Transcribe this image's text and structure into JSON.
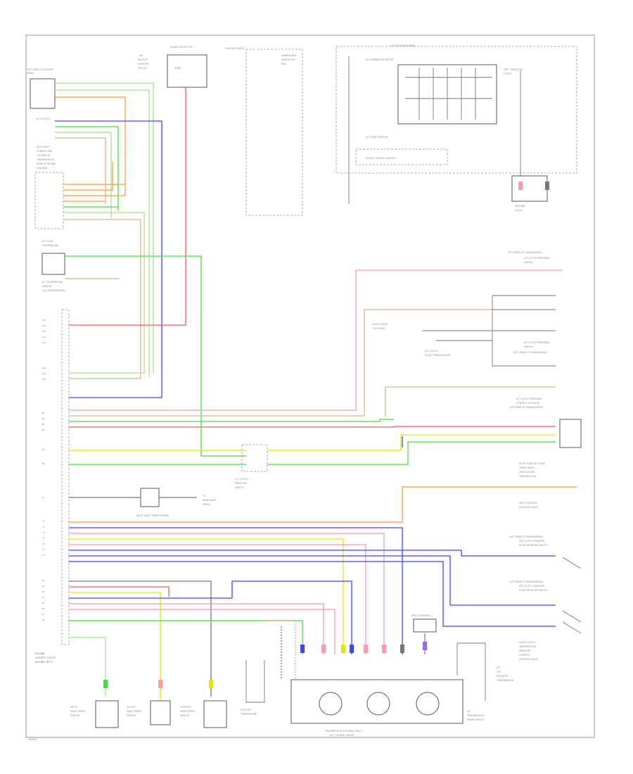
{
  "diagram": {
    "title": "",
    "colors": {
      "red": "#ff5a5a",
      "pink": "#ff9aa8",
      "orange": "#ff9a40",
      "green": "#44dd44",
      "yellow": "#e6e600",
      "blue": "#4444ff",
      "purple": "#9a6aff",
      "gray": "#888888",
      "lightgreen": "#a0e88a",
      "tan": "#d6b88a"
    },
    "components": {
      "tcm": "POWERTRAIN CONTROL MODULE",
      "fuse_box": "UNDER-HOOD FUSE/RELAY BOX",
      "main_switch": "IGNITION SWITCH",
      "clutch_sensor": "A/T CLUTCH PRESSURE CONTROL SOLENOID",
      "input_speed": "INPUT SHAFT SPEED SENSOR",
      "output_speed": "OUTPUT SHAFT SPEED SENSOR",
      "shift_solenoid": "SHIFT SOLENOID VALVE",
      "transmission_range": "TRANSMISSION RANGE SWITCH",
      "fluid_temp": "A/T FLUID TEMPERATURE SENSOR",
      "solenoid_assembly": "TRANSMISSION SOLENOID VALVE ASSEMBLY",
      "ground": "G101"
    }
  }
}
